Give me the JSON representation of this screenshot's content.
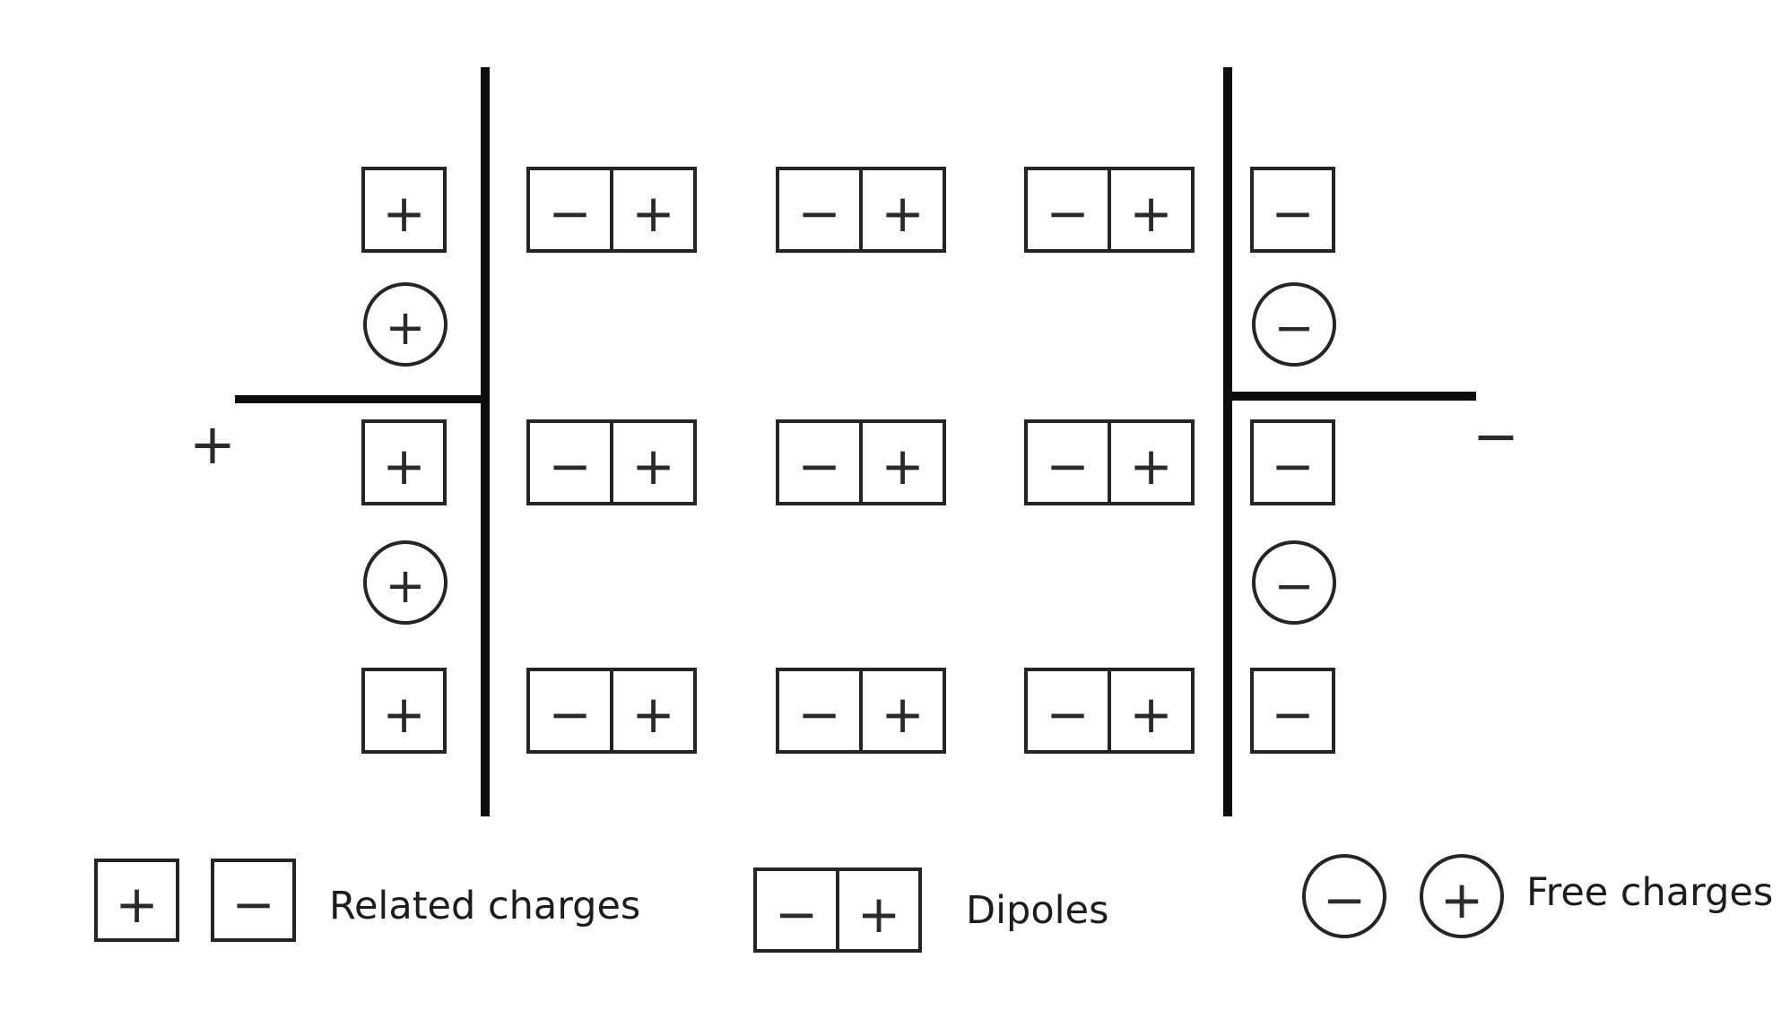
{
  "colors": {
    "ink": "#1c1c1c",
    "background": "#ffffff"
  },
  "terminals": {
    "left": "+",
    "right": "−"
  },
  "grid": {
    "rows": [
      {
        "kind": "bound-and-dipoles",
        "left_square": "+",
        "dipoles": [
          [
            "−",
            "+"
          ],
          [
            "−",
            "+"
          ],
          [
            "−",
            "+"
          ]
        ],
        "right_square": "−"
      },
      {
        "kind": "free-charges",
        "left_circle": "+",
        "right_circle": "−"
      },
      {
        "kind": "bound-and-dipoles",
        "left_square": "+",
        "dipoles": [
          [
            "−",
            "+"
          ],
          [
            "−",
            "+"
          ],
          [
            "−",
            "+"
          ]
        ],
        "right_square": "−"
      },
      {
        "kind": "free-charges",
        "left_circle": "+",
        "right_circle": "−"
      },
      {
        "kind": "bound-and-dipoles",
        "left_square": "+",
        "dipoles": [
          [
            "−",
            "+"
          ],
          [
            "−",
            "+"
          ],
          [
            "−",
            "+"
          ]
        ],
        "right_square": "−"
      }
    ]
  },
  "legend": {
    "related": {
      "label": "Related charges",
      "squares": [
        "+",
        "−"
      ]
    },
    "dipole": {
      "label": "Dipoles",
      "cells": [
        "−",
        "+"
      ]
    },
    "free": {
      "label": "Free charges",
      "circles": [
        "−",
        "+"
      ]
    }
  }
}
